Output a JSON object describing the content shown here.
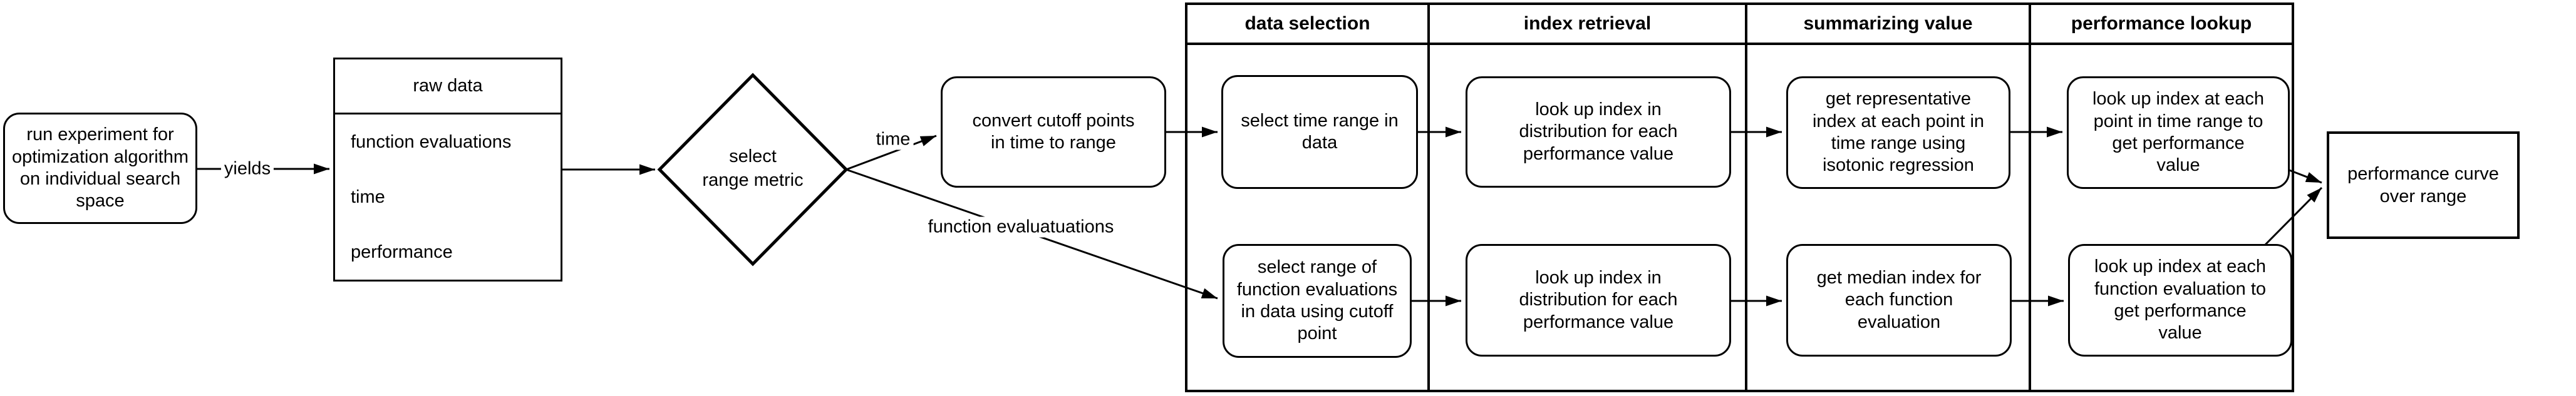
{
  "nodes": {
    "experiment": {
      "lines": [
        "run experiment for",
        "optimization algorithm",
        "on individual search",
        "space"
      ]
    },
    "raw_data": {
      "title": "raw data",
      "fields": [
        "function evaluations",
        "time",
        "performance"
      ]
    },
    "select_range_metric": {
      "lines": [
        "select",
        "range metric"
      ]
    },
    "convert_cutoff_points": {
      "lines": [
        "convert cutoff points",
        "in time to range"
      ]
    },
    "select_time_range": {
      "lines": [
        "select time range in",
        "data"
      ]
    },
    "lookup_index_time": {
      "lines": [
        "look up index in",
        "distribution for each",
        "performance value"
      ]
    },
    "representative_index": {
      "lines": [
        "get representative",
        "index at each point in",
        "time range using",
        "isotonic regression"
      ]
    },
    "lookup_performance_time": {
      "lines": [
        "look up index at each",
        "point in time range to",
        "get performance",
        "value"
      ]
    },
    "select_fe_range": {
      "lines": [
        "select range of",
        "function evaluations",
        "in data using cutoff",
        "point"
      ]
    },
    "lookup_index_fe": {
      "lines": [
        "look up index in",
        "distribution for each",
        "performance value"
      ]
    },
    "median_index": {
      "lines": [
        "get median index for",
        "each function",
        "evaluation"
      ]
    },
    "lookup_performance_fe": {
      "lines": [
        "look up index at each",
        "function evaluation to",
        "get performance",
        "value"
      ]
    },
    "performance_curve": {
      "lines": [
        "performance curve",
        "over range"
      ]
    }
  },
  "table": {
    "headers": [
      "data selection",
      "index retrieval",
      "summarizing value",
      "performance lookup"
    ]
  },
  "edge_labels": {
    "yields": "yields",
    "time": "time",
    "function_evaluations": "function evaluatuations"
  }
}
